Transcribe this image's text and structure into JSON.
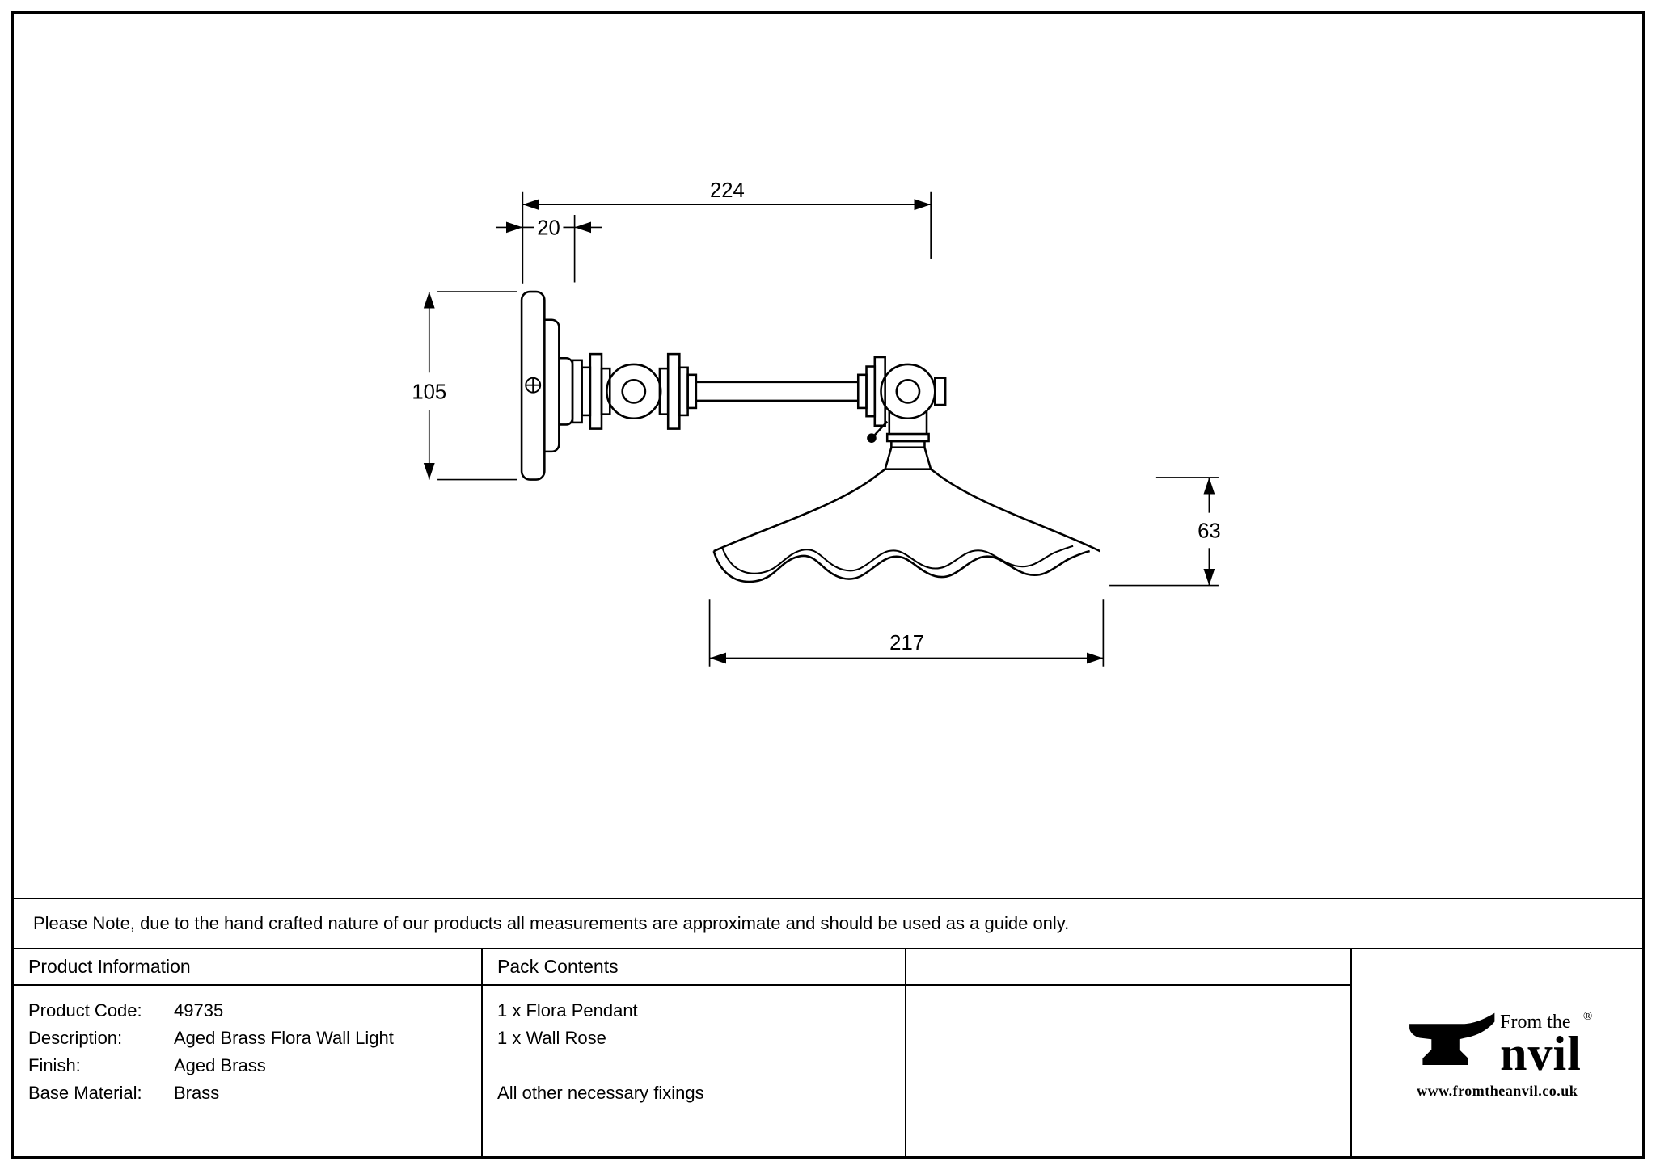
{
  "drawing": {
    "dimensions": {
      "projection": "224",
      "rose_depth": "20",
      "rose_height": "105",
      "shade_height": "63",
      "shade_diameter": "217"
    }
  },
  "note": "Please Note, due to the hand crafted nature of our products all measurements are approximate and should be used as a guide only.",
  "product_info": {
    "header": "Product Information",
    "rows": [
      {
        "label": "Product Code:",
        "value": "49735"
      },
      {
        "label": "Description:",
        "value": "Aged Brass Flora Wall Light"
      },
      {
        "label": "Finish:",
        "value": "Aged Brass"
      },
      {
        "label": "Base Material:",
        "value": "Brass"
      }
    ]
  },
  "pack_contents": {
    "header": "Pack Contents",
    "items": [
      "1 x Flora Pendant",
      "1 x Wall Rose"
    ],
    "footer": "All other necessary fixings"
  },
  "logo": {
    "tagline": "From the",
    "name": "Anvil",
    "name_rest": "nvil",
    "registered": "®",
    "website": "www.fromtheanvil.co.uk"
  }
}
